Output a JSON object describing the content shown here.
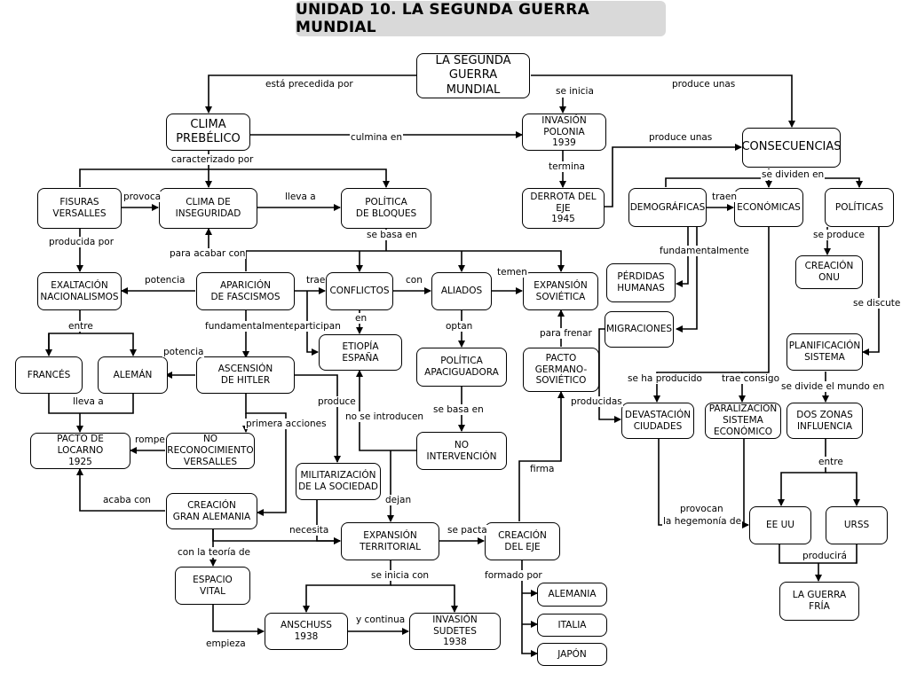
{
  "title": "UNIDAD 10. LA SEGUNDA GUERRA MUNDIAL",
  "nodes": [
    {
      "id": "segunda-guerra",
      "text": "LA SEGUNDA\nGUERRA\nMUNDIAL",
      "big": true
    },
    {
      "id": "clima",
      "text": "CLIMA\nPREBÉLICO",
      "big": true
    },
    {
      "id": "invasion-polonia",
      "text": "INVASIÓN\nPOLONIA\n1939"
    },
    {
      "id": "consecuencias",
      "text": "CONSECUENCIAS",
      "big": true
    },
    {
      "id": "fisuras",
      "text": "FISURAS\nVERSALLES"
    },
    {
      "id": "clima-inseguridad",
      "text": "CLIMA DE\nINSEGURIDAD"
    },
    {
      "id": "politica-bloques",
      "text": "POLÍTICA\nDE BLOQUES"
    },
    {
      "id": "derrota-eje",
      "text": "DERROTA DEL\nEJE\n1945"
    },
    {
      "id": "demograficas",
      "text": "DEMOGRÁFICAS"
    },
    {
      "id": "economicas",
      "text": "ECONÓMICAS"
    },
    {
      "id": "politicas",
      "text": "POLÍTICAS"
    },
    {
      "id": "exaltacion",
      "text": "EXALTACIÓN\nNACIONALISMOS"
    },
    {
      "id": "aparicion",
      "text": "APARICIÓN\nDE FASCISMOS"
    },
    {
      "id": "conflictos",
      "text": "CONFLICTOS"
    },
    {
      "id": "aliados",
      "text": "ALIADOS"
    },
    {
      "id": "expansion-sovietica",
      "text": "EXPANSIÓN\nSOVIÉTICA"
    },
    {
      "id": "perdidas",
      "text": "PÉRDIDAS\nHUMANAS"
    },
    {
      "id": "creacion-onu",
      "text": "CREACIÓN\nONU"
    },
    {
      "id": "migraciones",
      "text": "MIGRACIONES"
    },
    {
      "id": "frances",
      "text": "FRANCÉS"
    },
    {
      "id": "aleman",
      "text": "ALEMÁN"
    },
    {
      "id": "ascension",
      "text": "ASCENSIÓN\nDE HITLER"
    },
    {
      "id": "etiopia",
      "text": "ETIOPÍA\nESPAÑA"
    },
    {
      "id": "politica-apaciguadora",
      "text": "POLÍTICA\nAPACIGUADORA"
    },
    {
      "id": "pacto-germano",
      "text": "PACTO\nGERMANO-\nSOVIÉTICO"
    },
    {
      "id": "planificacion",
      "text": "PLANIFICACIÓN\nSISTEMA"
    },
    {
      "id": "devastacion",
      "text": "DEVASTACIÓN\nCIUDADES"
    },
    {
      "id": "paralizacion",
      "text": "PARALIZACIÓN\nSISTEMA\nECONÓMICO"
    },
    {
      "id": "dos-zonas",
      "text": "DOS ZONAS\nINFLUENCIA"
    },
    {
      "id": "pacto-locarno",
      "text": "PACTO DE\nLOCARNO\n1925"
    },
    {
      "id": "no-reconocimiento",
      "text": "NO\nRECONOCIMIENTO\nVERSALLES"
    },
    {
      "id": "militarizacion",
      "text": "MILITARIZACIÓN\nDE LA SOCIEDAD"
    },
    {
      "id": "no-intervencion",
      "text": "NO\nINTERVENCIÓN"
    },
    {
      "id": "creacion-gran-alemania",
      "text": "CREACIÓN\nGRAN ALEMANIA"
    },
    {
      "id": "ee-uu",
      "text": "EE UU"
    },
    {
      "id": "urss",
      "text": "URSS"
    },
    {
      "id": "expansion-territorial",
      "text": "EXPANSIÓN\nTERRITORIAL"
    },
    {
      "id": "creacion-eje",
      "text": "CREACIÓN\nDEL EJE"
    },
    {
      "id": "espacio-vital",
      "text": "ESPACIO\nVITAL"
    },
    {
      "id": "guerra-fria",
      "text": "LA GUERRA\nFRÍA"
    },
    {
      "id": "alemania",
      "text": "ALEMANIA"
    },
    {
      "id": "italia",
      "text": "ITALIA"
    },
    {
      "id": "anschuss",
      "text": "ANSCHUSS\n1938"
    },
    {
      "id": "invasion-sudetes",
      "text": "INVASIÓN\nSUDETES\n1938"
    },
    {
      "id": "japon",
      "text": "JAPÓN"
    }
  ],
  "labels": [
    {
      "id": "esta-precedida",
      "text": "está  precedida por"
    },
    {
      "id": "se-inicia",
      "text": "se inicia"
    },
    {
      "id": "produce-unas-1",
      "text": "produce unas"
    },
    {
      "id": "culmina-en",
      "text": "culmina en"
    },
    {
      "id": "produce-unas-2",
      "text": "produce unas"
    },
    {
      "id": "caracterizado-por",
      "text": "caracterizado por"
    },
    {
      "id": "termina",
      "text": "termina"
    },
    {
      "id": "se-dividen-en",
      "text": "se dividen en"
    },
    {
      "id": "provoca",
      "text": "provoca"
    },
    {
      "id": "lleva-a-1",
      "text": "lleva a"
    },
    {
      "id": "traen",
      "text": "traen"
    },
    {
      "id": "producida-por",
      "text": "producida por"
    },
    {
      "id": "se-basa-en-1",
      "text": "se basa en"
    },
    {
      "id": "se-produce",
      "text": "se produce"
    },
    {
      "id": "fundamentalmente-1",
      "text": "fundamentalmente"
    },
    {
      "id": "para-acabar-con",
      "text": "para acabar con"
    },
    {
      "id": "potencia-1",
      "text": "potencia"
    },
    {
      "id": "trae",
      "text": "trae"
    },
    {
      "id": "con",
      "text": "con"
    },
    {
      "id": "temen",
      "text": "temen"
    },
    {
      "id": "se-discute",
      "text": "se discute"
    },
    {
      "id": "en",
      "text": "en"
    },
    {
      "id": "entre-1",
      "text": "entre"
    },
    {
      "id": "fundamentalmente-2",
      "text": "fundamentalmente"
    },
    {
      "id": "participan",
      "text": "participan"
    },
    {
      "id": "optan",
      "text": "optan"
    },
    {
      "id": "para-frenar",
      "text": "para frenar"
    },
    {
      "id": "potencia-2",
      "text": "potencia"
    },
    {
      "id": "se-ha-producido",
      "text": "se ha producido"
    },
    {
      "id": "trae-consigo",
      "text": "trae consigo"
    },
    {
      "id": "se-divide-el-mundo",
      "text": "se divide el mundo en"
    },
    {
      "id": "lleva-a-2",
      "text": "lleva a"
    },
    {
      "id": "produce",
      "text": "produce"
    },
    {
      "id": "se-basa-en-2",
      "text": "se basa en"
    },
    {
      "id": "producidas",
      "text": "producidas"
    },
    {
      "id": "primera-acciones",
      "text": "primera acciones"
    },
    {
      "id": "no-se-introducen",
      "text": "no se introducen"
    },
    {
      "id": "rompe",
      "text": "rompe"
    },
    {
      "id": "entre-2",
      "text": "entre"
    },
    {
      "id": "firma",
      "text": "firma"
    },
    {
      "id": "dejan",
      "text": "dejan"
    },
    {
      "id": "acaba-con",
      "text": "acaba con"
    },
    {
      "id": "provocan",
      "text": "provocan"
    },
    {
      "id": "la-hegemonia-de",
      "text": "la hegemonía de"
    },
    {
      "id": "necesita",
      "text": "necesita"
    },
    {
      "id": "se-pacta",
      "text": "se pacta"
    },
    {
      "id": "con-la-teoria-de",
      "text": "con la teoría de"
    },
    {
      "id": "producira",
      "text": "producirá"
    },
    {
      "id": "se-inicia-con",
      "text": "se inicia con"
    },
    {
      "id": "formado-por",
      "text": "formado por"
    },
    {
      "id": "y-continua",
      "text": "y continua"
    },
    {
      "id": "empieza",
      "text": "empieza"
    }
  ]
}
